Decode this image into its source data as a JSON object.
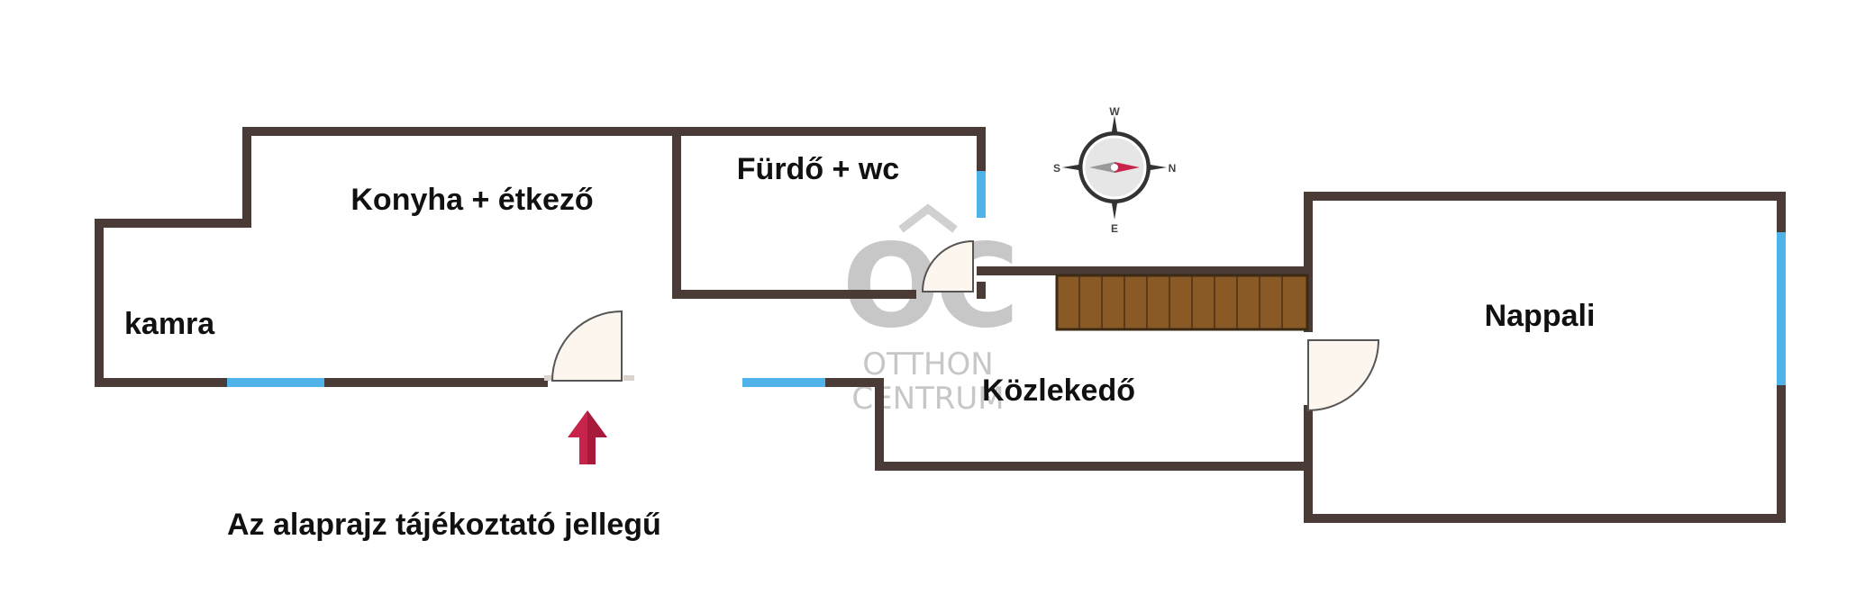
{
  "rooms": {
    "kitchen": "Konyha + étkező",
    "bathroom": "Fürdő + wc",
    "pantry": "kamra",
    "hallway": "Közlekedő",
    "living": "Nappali"
  },
  "note": "Az alaprajz tájékoztató jellegű",
  "watermark": {
    "logo": "OC",
    "line1": "OTTHON",
    "line2": "CENTRUM"
  },
  "compass": {
    "north": "N",
    "south": "S",
    "east": "E",
    "west": "W"
  },
  "colors": {
    "wall": "#4a3b36",
    "window": "#4fb3ea",
    "door_fill": "#fdf6ee",
    "stairs": "#8a5a26",
    "entrance_arrow": "#c8234a",
    "watermark": "#c7c7c7"
  },
  "icons": {
    "entrance": "entrance-arrow-icon",
    "compass": "compass-icon",
    "stairs": "staircase-icon"
  }
}
